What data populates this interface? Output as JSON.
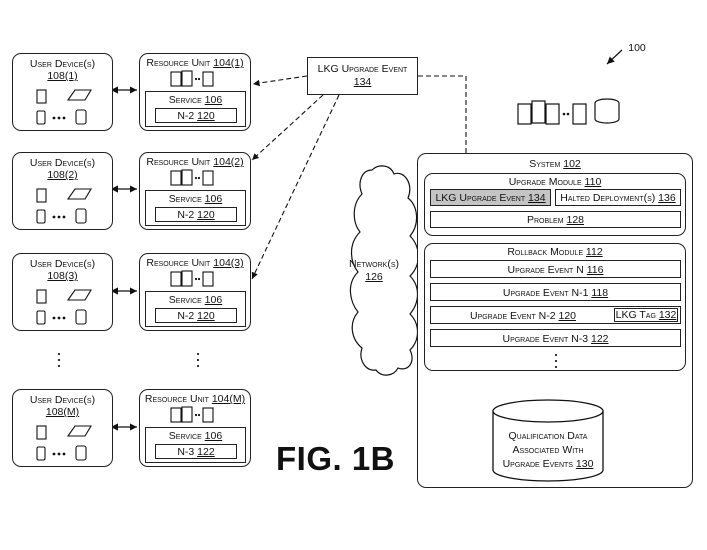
{
  "figure_label": "FIG. 1B",
  "figure_ref": "100",
  "lkg_event": {
    "label": "LKG Upgrade Event",
    "ref": "134"
  },
  "rows": [
    {
      "user": {
        "label": "User Device(s)",
        "ref": "108(1)"
      },
      "resource": {
        "label": "Resource Unit",
        "ref": "104(1)"
      },
      "service": {
        "label": "Service",
        "ref": "106"
      },
      "version": {
        "label": "N-2",
        "ref": "120"
      }
    },
    {
      "user": {
        "label": "User Device(s)",
        "ref": "108(2)"
      },
      "resource": {
        "label": "Resource Unit",
        "ref": "104(2)"
      },
      "service": {
        "label": "Service",
        "ref": "106"
      },
      "version": {
        "label": "N-2",
        "ref": "120"
      }
    },
    {
      "user": {
        "label": "User Device(s)",
        "ref": "108(3)"
      },
      "resource": {
        "label": "Resource Unit",
        "ref": "104(3)"
      },
      "service": {
        "label": "Service",
        "ref": "106"
      },
      "version": {
        "label": "N-2",
        "ref": "120"
      }
    },
    {
      "user": {
        "label": "User Device(s)",
        "ref": "108(M)"
      },
      "resource": {
        "label": "Resource Unit",
        "ref": "104(M)"
      },
      "service": {
        "label": "Service",
        "ref": "106"
      },
      "version": {
        "label": "N-3",
        "ref": "122"
      }
    }
  ],
  "network": {
    "label": "Network(s)",
    "ref": "126"
  },
  "system": {
    "label": "System",
    "ref": "102",
    "upgrade_module": {
      "label": "Upgrade Module",
      "ref": "110",
      "lkg": {
        "label": "LKG Upgrade Event",
        "ref": "134"
      },
      "halted": {
        "label": "Halted Deployment(s)",
        "ref": "136"
      },
      "problem": {
        "label": "Problem",
        "ref": "128"
      }
    },
    "rollback_module": {
      "label": "Rollback Module",
      "ref": "112",
      "events": [
        {
          "label": "Upgrade Event N",
          "ref": "116"
        },
        {
          "label": "Upgrade Event N-1",
          "ref": "118"
        },
        {
          "label": "Upgrade Event N-2",
          "ref": "120"
        },
        {
          "label": "Upgrade Event N-3",
          "ref": "122"
        }
      ],
      "lkg_tag": {
        "label": "LKG Tag",
        "ref": "132"
      }
    },
    "qualification": {
      "line1": "Qualification Data",
      "line2": "Associated With",
      "line3": "Upgrade Events",
      "ref": "130"
    }
  }
}
